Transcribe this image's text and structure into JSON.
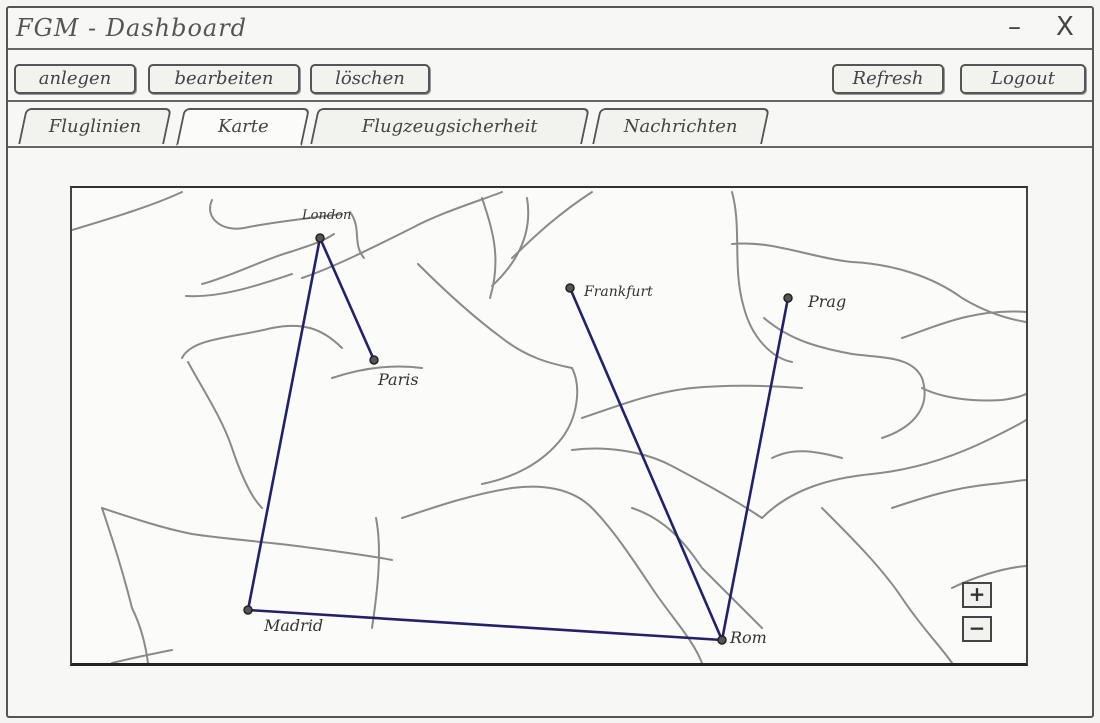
{
  "window": {
    "title": "FGM - Dashboard",
    "minimize": "–",
    "close": "X"
  },
  "toolbar": {
    "create_label": "anlegen",
    "edit_label": "bearbeiten",
    "delete_label": "löschen",
    "refresh_label": "Refresh",
    "logout_label": "Logout"
  },
  "tabs": [
    {
      "label": "Fluglinien"
    },
    {
      "label": "Karte"
    },
    {
      "label": "Flugzeugsicherheit"
    },
    {
      "label": "Nachrichten"
    }
  ],
  "active_tab": "Karte",
  "map": {
    "cities": [
      {
        "name": "London"
      },
      {
        "name": "Paris"
      },
      {
        "name": "Frankfurt"
      },
      {
        "name": "Prag"
      },
      {
        "name": "Madrid"
      },
      {
        "name": "Rom"
      }
    ],
    "routes": [
      [
        "London",
        "Paris"
      ],
      [
        "London",
        "Madrid"
      ],
      [
        "Madrid",
        "Rom"
      ],
      [
        "Frankfurt",
        "Rom"
      ],
      [
        "Prag",
        "Rom"
      ]
    ],
    "route_color": "#24206a",
    "zoom_in": "+",
    "zoom_out": "−"
  }
}
